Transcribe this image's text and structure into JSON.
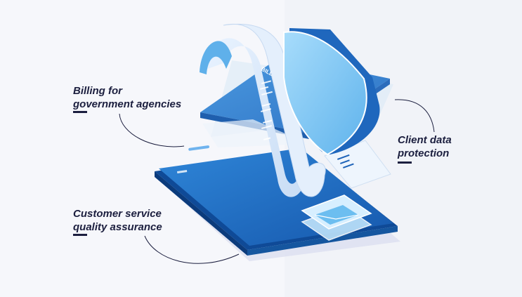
{
  "features": [
    {
      "label": "Billing for\ngovernment agencies"
    },
    {
      "label": "Customer service\nquality assurance"
    },
    {
      "label": "Client data\nprotection"
    }
  ],
  "receipt": {
    "title": "BILL"
  },
  "colors": {
    "brand_blue": "#1e63b8",
    "phone_top": "#2a7fd4",
    "shield": "#7cc4f2",
    "text": "#1c1f3f",
    "connector": "#1c1f3f"
  },
  "icons": [
    "shield-icon",
    "receipt-icon",
    "envelope-icon",
    "phone-illustration",
    "monitor-illustration"
  ]
}
